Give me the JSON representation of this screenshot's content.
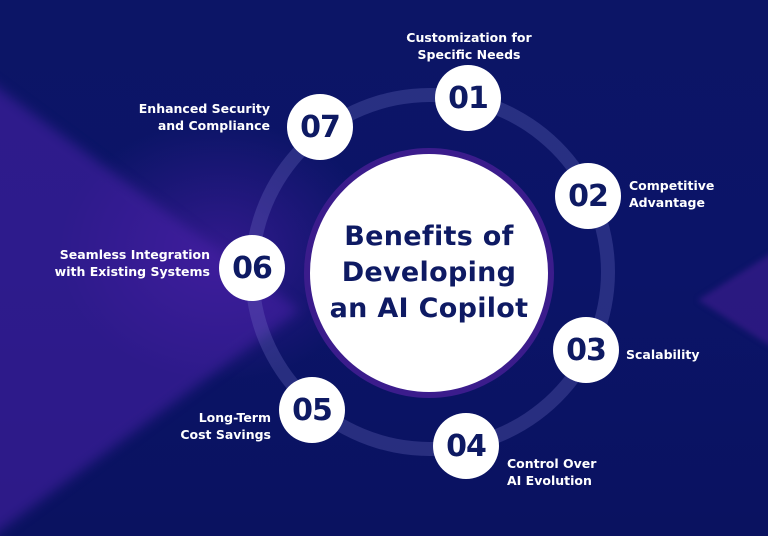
{
  "title": "Benefits of Developing an AI Copilot",
  "title_lines": [
    "Benefits of",
    "Developing",
    "an AI Copilot"
  ],
  "colors": {
    "background": "#0b1467",
    "accent_purple": "#3b1c8c",
    "text_dark": "#0e1a63",
    "text_light": "#ffffff"
  },
  "benefits": [
    {
      "number": "01",
      "lines": [
        "Customization for",
        "Specific Needs"
      ]
    },
    {
      "number": "02",
      "lines": [
        "Competitive",
        "Advantage"
      ]
    },
    {
      "number": "03",
      "lines": [
        "Scalability"
      ]
    },
    {
      "number": "04",
      "lines": [
        "Control Over",
        "AI Evolution"
      ]
    },
    {
      "number": "05",
      "lines": [
        "Long-Term",
        "Cost Savings"
      ]
    },
    {
      "number": "06",
      "lines": [
        "Seamless Integration",
        "with Existing Systems"
      ]
    },
    {
      "number": "07",
      "lines": [
        "Enhanced Security",
        "and Compliance"
      ]
    }
  ]
}
